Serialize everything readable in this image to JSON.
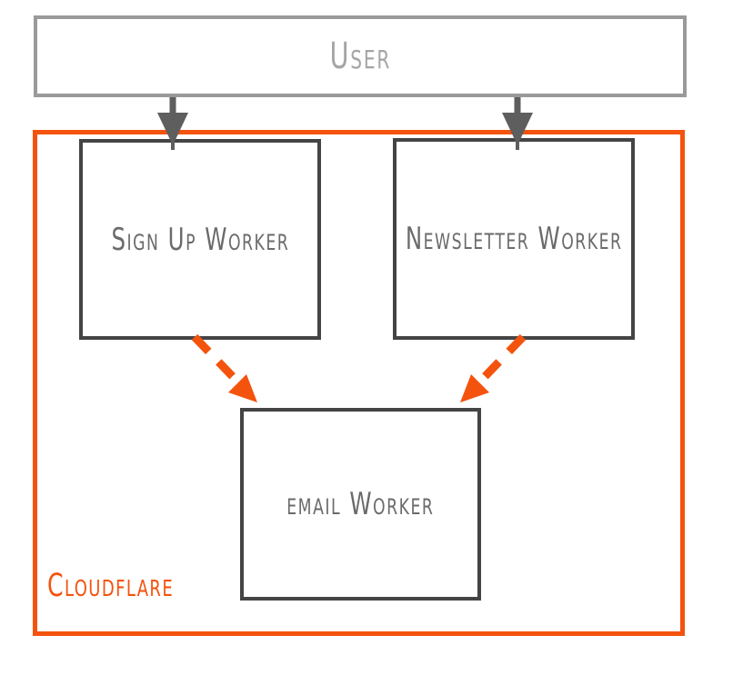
{
  "diagram": {
    "title": "Cloudflare Workers email architecture",
    "background_color": "#ffffff",
    "nodes": {
      "user": {
        "label": "User",
        "border_color": "#9a9a9a",
        "text_color": "#a5a5a5"
      },
      "cloudflare": {
        "label": "Cloudflare",
        "border_color": "#f4530e",
        "text_color": "#f4530e"
      },
      "signup_worker": {
        "label": "Sign Up Worker",
        "border_color": "#444444",
        "text_color": "#6b6b6b"
      },
      "newsletter_worker": {
        "label": "Newsletter Worker",
        "border_color": "#444444",
        "text_color": "#6b6b6b"
      },
      "email_worker": {
        "label": "email Worker",
        "border_color": "#444444",
        "text_color": "#6b6b6b"
      }
    },
    "edges": [
      {
        "name": "user-to-signup-worker",
        "from": "user",
        "to": "signup_worker",
        "style": "solid",
        "color": "#5e5e5e",
        "arrowhead": "filled-triangle",
        "direction": "down"
      },
      {
        "name": "user-to-newsletter-worker",
        "from": "user",
        "to": "newsletter_worker",
        "style": "solid",
        "color": "#5e5e5e",
        "arrowhead": "filled-triangle",
        "direction": "down"
      },
      {
        "name": "signup-worker-to-email-worker",
        "from": "signup_worker",
        "to": "email_worker",
        "style": "dashed",
        "color": "#f4530e",
        "arrowhead": "filled-triangle",
        "direction": "down-right"
      },
      {
        "name": "newsletter-worker-to-email-worker",
        "from": "newsletter_worker",
        "to": "email_worker",
        "style": "dashed",
        "color": "#f4530e",
        "arrowhead": "filled-triangle",
        "direction": "down-left"
      }
    ]
  }
}
